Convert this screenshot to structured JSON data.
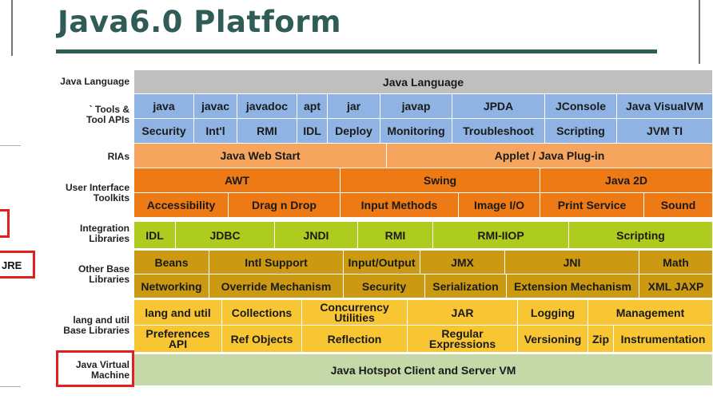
{
  "slide": {
    "title": "Java6.0 Platform"
  },
  "side_label": "JRE",
  "row_labels": {
    "java_language": "Java Language",
    "tools": "` Tools &\nTool APIs",
    "rias": "RIAs",
    "ui_toolkits": "User Interface\nToolkits",
    "integration": "Integration\nLibraries",
    "other_base": "Other Base\nLibraries",
    "lang_util": "lang and util\nBase Libraries",
    "jvm": "Java Virtual\nMachine"
  },
  "cells": {
    "java_language": "Java Language",
    "tools_row1": [
      "java",
      "javac",
      "javadoc",
      "apt",
      "jar",
      "javap",
      "JPDA",
      "JConsole",
      "Java VisualVM"
    ],
    "tools_row2": [
      "Security",
      "Int'l",
      "RMI",
      "IDL",
      "Deploy",
      "Monitoring",
      "Troubleshoot",
      "Scripting",
      "JVM TI"
    ],
    "rias": [
      "Java Web Start",
      "Applet / Java Plug-in"
    ],
    "ui_row1": [
      "AWT",
      "Swing",
      "Java 2D"
    ],
    "ui_row2": [
      "Accessibility",
      "Drag n Drop",
      "Input Methods",
      "Image I/O",
      "Print Service",
      "Sound"
    ],
    "integration": [
      "IDL",
      "JDBC",
      "JNDI",
      "RMI",
      "RMI-IIOP",
      "Scripting"
    ],
    "other_row1": [
      "Beans",
      "Intl Support",
      "Input/Output",
      "JMX",
      "JNI",
      "Math"
    ],
    "other_row2": [
      "Networking",
      "Override Mechanism",
      "Security",
      "Serialization",
      "Extension Mechanism",
      "XML JAXP"
    ],
    "lang_row1": [
      "lang and util",
      "Collections",
      "Concurrency\nUtilities",
      "JAR",
      "Logging",
      "Management"
    ],
    "lang_row2": [
      "Preferences\nAPI",
      "Ref Objects",
      "Reflection",
      "Regular\nExpressions",
      "Versioning",
      "Zip",
      "Instrumentation"
    ],
    "jvm": "Java Hotspot Client and Server VM"
  },
  "colors": {
    "title": "#2f5c56",
    "java_language": "#bfbfbf",
    "tools": "#8fb4e3",
    "rias": "#f6a55e",
    "ui": "#ee7a15",
    "integration": "#aecc1e",
    "other_base": "#cb9a12",
    "lang_util": "#f8c632",
    "jvm": "#c4d8a8",
    "highlight": "#e02020"
  }
}
